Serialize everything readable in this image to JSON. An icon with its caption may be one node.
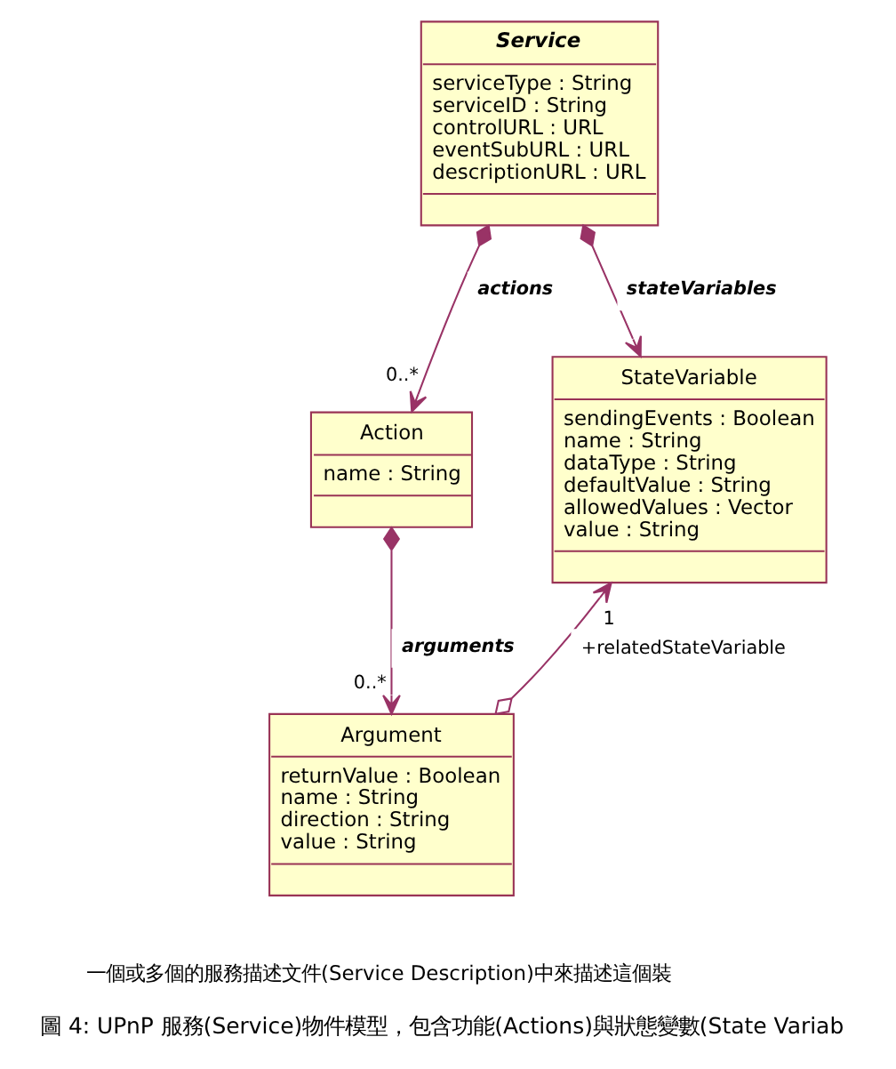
{
  "diagram": {
    "caption": "圖 4: UPnP 服務(Service)物件模型，包含功能(Actions)與狀態變數(State Variab",
    "nodes": [
      {
        "text": [
          "Service",
          "serviceType : String",
          "serviceID : String",
          "controlURL : URL",
          "eventSubURL : URL",
          "descriptionURL : URL"
        ]
      },
      {
        "text": [
          "Action",
          "name : String"
        ],
        "beside": [
          "0..*"
        ]
      },
      {
        "text": [
          "StateVariable",
          "sendingEvents : Boolean",
          "name : String",
          "dataType : String",
          "defaultValue : String",
          "allowedValues : Vector",
          "value : String"
        ],
        "beside": [
          "1"
        ]
      },
      {
        "text": [
          "Argument",
          "returnValue : Boolean",
          "name : String",
          "direction : String",
          "value : String"
        ],
        "beside": [
          "0..*"
        ]
      }
    ],
    "edges": [
      {
        "from": 0,
        "to": 1,
        "arrow": "to",
        "label": "actions"
      },
      {
        "from": 0,
        "to": 2,
        "arrow": "to",
        "label": "stateVariables"
      },
      {
        "from": 1,
        "to": 3,
        "arrow": "to",
        "label": "arguments"
      },
      {
        "from": 3,
        "to": 2,
        "arrow": "to",
        "label": "+relatedStateVariable"
      }
    ],
    "labels": [
      "一個或多個的服務描述文件(Service Description)中來描述這個裝"
    ]
  }
}
